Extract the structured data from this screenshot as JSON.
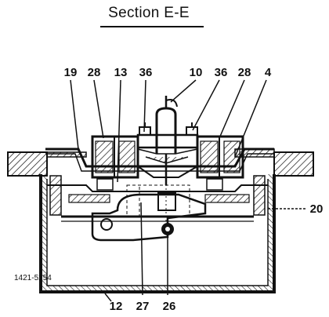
{
  "title": "Section E-E",
  "drawing_code": "1421-5254",
  "callouts": {
    "top": [
      "19",
      "28",
      "13",
      "36",
      "10",
      "36",
      "28",
      "4"
    ],
    "right": [
      "20"
    ],
    "bottom": [
      "12",
      "27",
      "26"
    ]
  },
  "colors": {
    "ink": "#111111",
    "background": "#ffffff"
  }
}
